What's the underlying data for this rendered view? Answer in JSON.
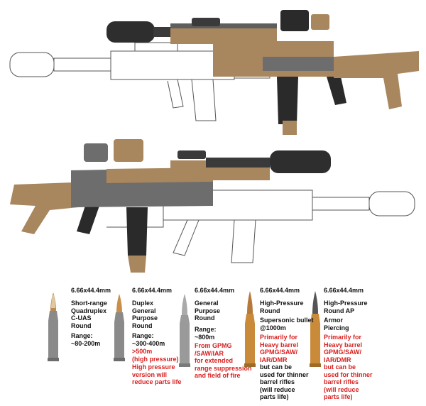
{
  "rounds": [
    {
      "caliber": "6.66x44.4mm",
      "name": "Short-range\nQuadruplex\nC-UAS\nRound",
      "range": "Range:\n~80-200m",
      "notes": "",
      "tip_color": "#e0c9a0",
      "case_color": "#8a8a8a",
      "projectile_color": "#b88a52"
    },
    {
      "caliber": "6.66x44.4mm",
      "name": "Duplex\nGeneral\nPurpose\nRound",
      "range": "Range:\n~300-400m",
      "range_extra": ">500m\n(high pressure)",
      "notes": "High pressure\nversion will\nreduce parts life",
      "case_color": "#8a8a8a",
      "projectile_color": "#c98f4a"
    },
    {
      "caliber": "6.66x44.4mm",
      "name": "General\nPurpose\nRound",
      "range": "Range:\n~800m",
      "notes": "From GPMG\n/SAW/IAR\nfor extended\nrange suppression\nand field of fire",
      "case_color": "#9a9a9a",
      "projectile_color": "#aaaaaa"
    },
    {
      "caliber": "6.66x44.4mm",
      "name": "High-Pressure\nRound",
      "range": "Supersonic bullet\n@1000m",
      "notes": "Primarily for\nHeavy barrel\nGPMG/SAW/\nIAR/DMR",
      "notes2": "but can be\nused for thinner\nbarrel rifles\n(will reduce\nparts life)",
      "case_color": "#c98a3a",
      "projectile_color": "#b5793a"
    },
    {
      "caliber": "6.66x44.4mm",
      "name": "High-Pressure\nRound AP",
      "range": "Armor\nPiercing",
      "notes": "Primarily for\nHeavy barrel\nGPMG/SAW/\nIAR/DMR",
      "notes2": "but can be\nused for thinner\nbarrel rifles\n(will reduce\nparts life)",
      "case_color": "#c98a3a",
      "projectile_color": "#555555"
    }
  ],
  "colors": {
    "fde": "#a8865e",
    "steel": "#6d6d6d",
    "black": "#2a2a2a",
    "red_text": "#d81e1e"
  }
}
